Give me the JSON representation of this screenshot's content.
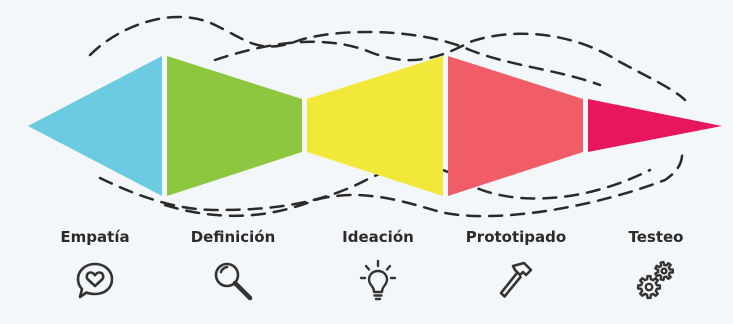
{
  "stages": [
    {
      "label": "Empatía",
      "color": "#6ccbe0",
      "icon": "heart-chat-icon"
    },
    {
      "label": "Definición",
      "color": "#8dc63f",
      "icon": "magnifier-icon"
    },
    {
      "label": "Ideación",
      "color": "#f2e83a",
      "icon": "lightbulb-icon"
    },
    {
      "label": "Prototipado",
      "color": "#f05d66",
      "icon": "hammer-icon"
    },
    {
      "label": "Testeo",
      "color": "#e8175d",
      "icon": "gears-icon"
    }
  ],
  "icon_color": "#333333",
  "dash_color": "#2a2a2a"
}
